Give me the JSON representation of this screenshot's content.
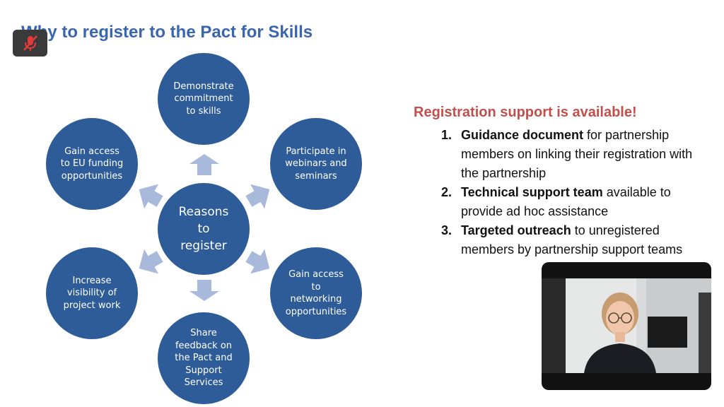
{
  "slide": {
    "title": "Why to register to the Pact for Skills"
  },
  "diagram": {
    "center": [
      "Reasons",
      "to",
      "register"
    ],
    "nodes": {
      "top": [
        "Demonstrate",
        "commitment",
        "to skills"
      ],
      "top_right": [
        "Participate in",
        "webinars and",
        "seminars"
      ],
      "bottom_right": [
        "Gain access",
        "to",
        "networking",
        "opportunities"
      ],
      "bottom": [
        "Share",
        "feedback on",
        "the Pact and",
        "Support",
        "Services"
      ],
      "bottom_left": [
        "Increase",
        "visibility of",
        "project work"
      ],
      "top_left": [
        "Gain access",
        "to EU funding",
        "opportunities"
      ]
    },
    "circle_color": "#2e5c99",
    "arrow_color": "#a9b9dc"
  },
  "support": {
    "title": "Registration support is available!",
    "items": [
      {
        "num": "1.",
        "bold": "Guidance document",
        "rest": " for partnership members on linking their registration with the partnership"
      },
      {
        "num": "2.",
        "bold": "Technical support team",
        "rest": " available to provide ad hoc assistance"
      },
      {
        "num": "3.",
        "bold": "Targeted outreach",
        "rest": " to unregistered members by partnership support teams"
      }
    ],
    "title_color": "#c0504d"
  },
  "call": {
    "mute_icon": "microphone-muted-icon",
    "participant_video": "participant-video"
  },
  "colors": {
    "title": "#3a66b0"
  }
}
